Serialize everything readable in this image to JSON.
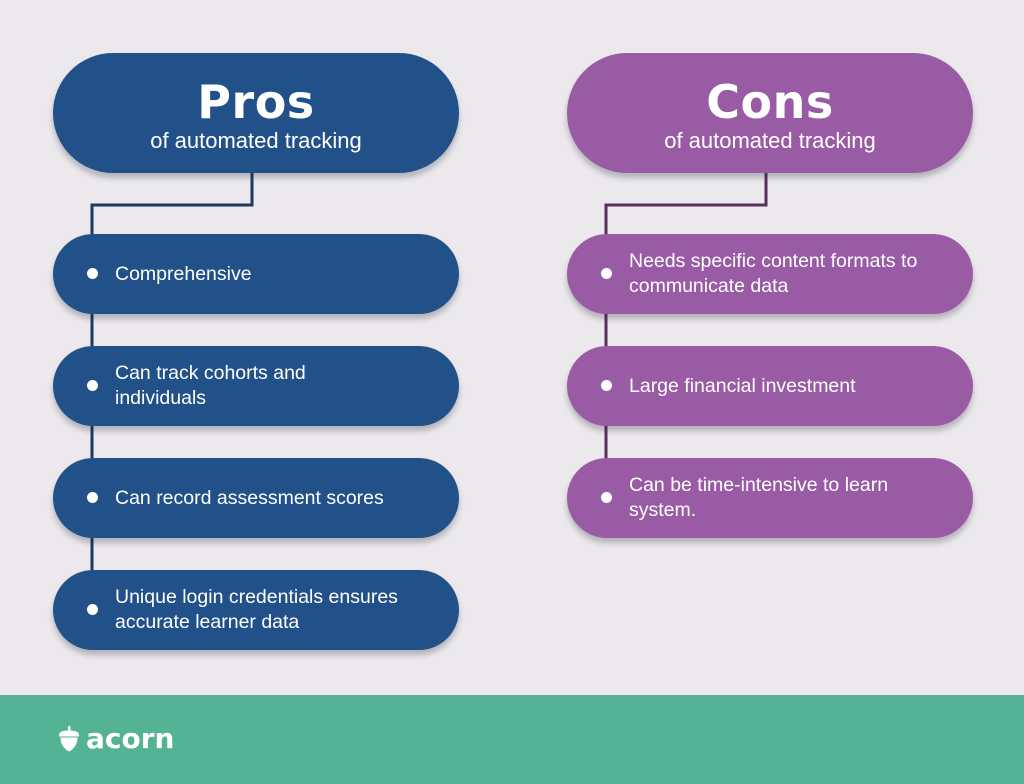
{
  "pros": {
    "title": "Pros",
    "subtitle": "of automated tracking",
    "items": [
      "Comprehensive",
      "Can track cohorts and individuals",
      "Can record assessment scores",
      "Unique login credentials ensures accurate learner data"
    ]
  },
  "cons": {
    "title": "Cons",
    "subtitle": "of automated tracking",
    "items": [
      "Needs specific content formats to communicate data",
      "Large financial investment",
      "Can be time-intensive to learn system."
    ]
  },
  "footer": {
    "logo_text": "acorn"
  },
  "colors": {
    "pros": "#225189",
    "cons": "#9a5ba5",
    "background": "#ebe9ec",
    "footer": "#53b394"
  }
}
